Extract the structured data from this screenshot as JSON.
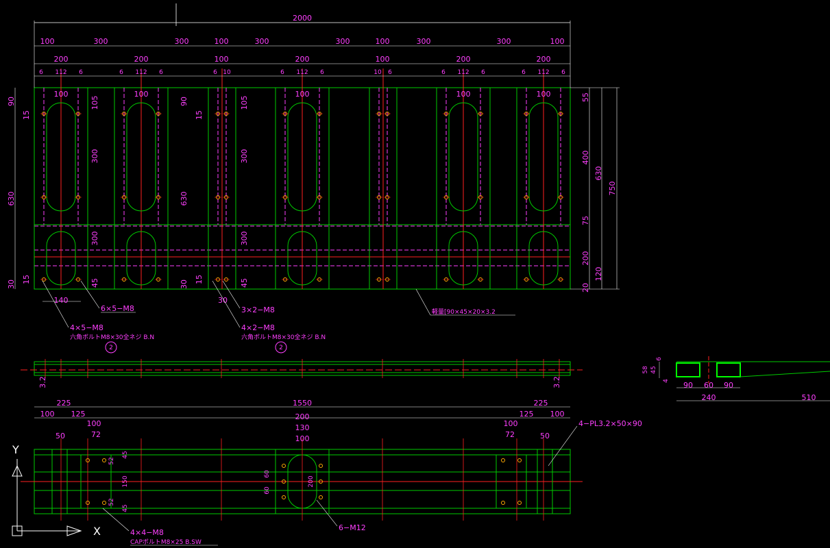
{
  "top_view": {
    "overall": "2000",
    "spacing_row": [
      "100",
      "300",
      "300",
      "100",
      "300",
      "300",
      "100",
      "300",
      "300",
      "100"
    ],
    "width_row": [
      "200",
      "200",
      "100",
      "200",
      "100",
      "200",
      "200"
    ],
    "bolt_row_a": [
      "6",
      "112",
      "6"
    ],
    "bolt_row_b": [
      "6",
      "10"
    ],
    "bolt_row_c": [
      "10",
      "6"
    ],
    "slot_width": "100",
    "left_dims": [
      "90",
      "15",
      "630",
      "30",
      "15"
    ],
    "inner_dims": [
      "105",
      "300",
      "300",
      "45"
    ],
    "inner_dims_b": [
      "90",
      "15",
      "630",
      "30",
      "15",
      "105",
      "300",
      "300",
      "45"
    ],
    "right_dims": [
      "55",
      "400",
      "75",
      "200",
      "20",
      "630",
      "750",
      "120"
    ],
    "bottom_dims": [
      "140",
      "30"
    ]
  },
  "annotations": {
    "a1": "6×5−M8",
    "a2": "4×5−M8",
    "a3": "六角ボルトM8×30全ネジ B.N",
    "a4": "3×2−M8",
    "a5": "4×2−M8",
    "a6": "六角ボルトM8×30全ネジ B.N",
    "balloon": "2",
    "channel": "軽量[90×45×20×3.2"
  },
  "side_view": {
    "t_left": "3.2",
    "t_right": "3.2"
  },
  "section_view": {
    "left_dims": [
      "58",
      "45",
      "6",
      "4"
    ],
    "bottom_dims": [
      "90",
      "60",
      "90"
    ],
    "total": "240",
    "ext": "510"
  },
  "bottom_view": {
    "row1": [
      "225",
      "1550",
      "225"
    ],
    "row2": [
      "100",
      "125",
      "200",
      "125",
      "100"
    ],
    "row3": [
      "100",
      "100"
    ],
    "inner": [
      "50",
      "72",
      "130",
      "100",
      "72",
      "50"
    ],
    "left_dims": [
      "52",
      "150",
      "52",
      "45",
      "45"
    ],
    "center_dims": [
      "60",
      "60",
      "200"
    ],
    "plate": "4−PL3.2×50×90",
    "a_bolt": "4×4−M8",
    "a_bolt2": "CAPボルトM8×25 B.SW",
    "a_m12": "6−M12"
  },
  "ucs": {
    "y": "Y",
    "x": "X"
  },
  "colors": {
    "outline": "#00cc00",
    "dim": "#ff40ff",
    "center": "#ff2020",
    "hidden": "#ff40ff",
    "bolt": "#ffaa00",
    "axis": "#ffffff"
  }
}
